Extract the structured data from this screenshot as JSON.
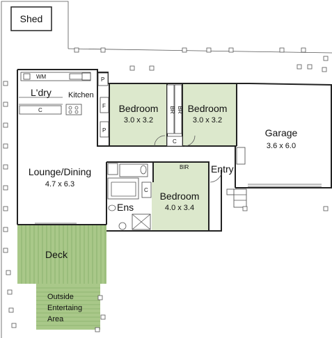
{
  "colors": {
    "room_fill": "#dce8cc",
    "deck_fill": "#a9c889",
    "deck_line": "#7aa35c",
    "outline": "#222222",
    "plant": "#555555"
  },
  "labels": {
    "shed": "Shed",
    "wm": "WM",
    "laundry": "L'dry",
    "kitchen": "Kitchen",
    "c_laundry": "C",
    "pantry_1": "P",
    "fridge": "F",
    "pantry_2": "P",
    "bedroom_1": "Bedroom",
    "bedroom_1_dim": "3.0 x 3.2",
    "br_1": "BR",
    "br_2": "BR",
    "bedroom_2": "Bedroom",
    "bedroom_2_dim": "3.0 x 3.2",
    "c_hall": "C",
    "garage": "Garage",
    "garage_dim": "3.6 x 6.0",
    "lounge": "Lounge/Dining",
    "lounge_dim": "4.7 x 6.3",
    "bir": "BIR",
    "entry": "Entry",
    "c_ens": "C",
    "bedroom_3": "Bedroom",
    "bedroom_3_dim": "4.0 x 3.4",
    "ens": "Ens",
    "deck": "Deck",
    "outside_1": "Outside",
    "outside_2": "Entertaing",
    "outside_3": "Area"
  }
}
